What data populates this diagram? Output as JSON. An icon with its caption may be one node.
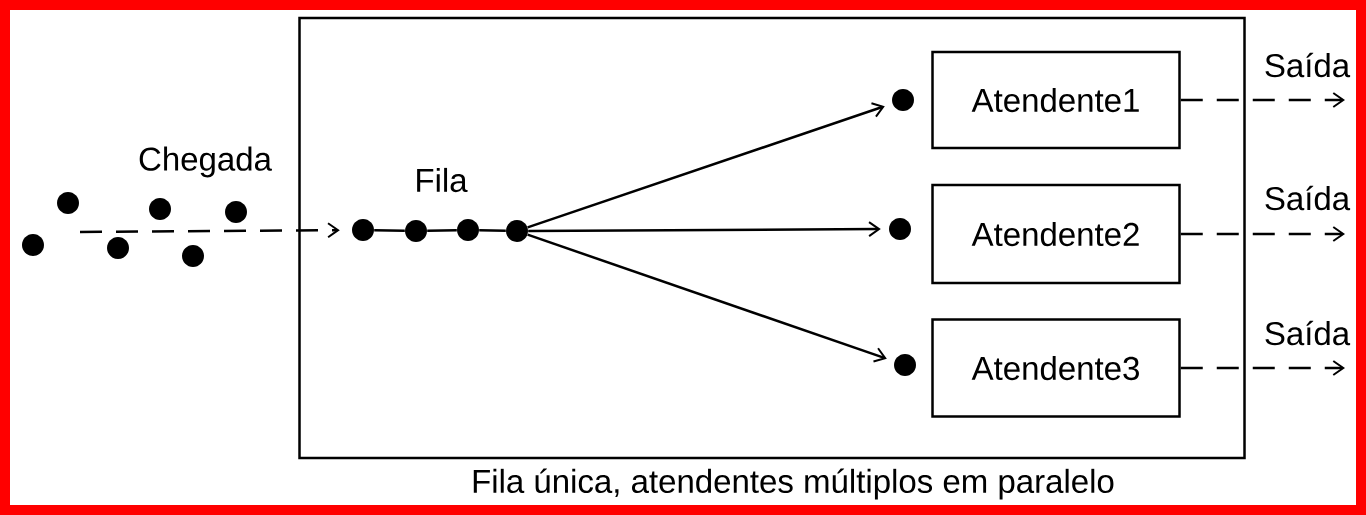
{
  "diagram": {
    "caption": "Fila única, atendentes múltiplos em paralelo",
    "nodes": [
      {
        "text": [],
        "shape": "circle"
      },
      {
        "text": [],
        "shape": "circle"
      },
      {
        "text": [],
        "shape": "circle"
      },
      {
        "text": [],
        "shape": "circle"
      },
      {
        "text": [],
        "shape": "circle"
      },
      {
        "text": [],
        "shape": "circle"
      },
      {
        "text": [],
        "shape": "box"
      },
      {
        "text": [],
        "shape": "circle",
        "in": 6
      },
      {
        "text": [],
        "shape": "circle",
        "in": 6
      },
      {
        "text": [],
        "shape": "circle",
        "in": 6
      },
      {
        "text": [],
        "shape": "circle",
        "in": 6
      },
      {
        "text": [],
        "shape": "circle",
        "in": 6
      },
      {
        "text": [],
        "shape": "circle",
        "in": 6
      },
      {
        "text": [],
        "shape": "circle",
        "in": 6
      },
      {
        "text": [
          "Atendente1"
        ],
        "in": 6
      },
      {
        "text": [
          "Atendente2"
        ],
        "in": 6
      },
      {
        "text": [
          "Atendente3"
        ],
        "in": 6
      }
    ],
    "edges": [
      {
        "from": null,
        "to": 7,
        "arrow": "to",
        "style": "dashed",
        "label": "Chegada"
      },
      {
        "from": 7,
        "to": 8,
        "arrow": "none"
      },
      {
        "from": 8,
        "to": 9,
        "arrow": "none"
      },
      {
        "from": 9,
        "to": 10,
        "arrow": "none"
      },
      {
        "from": 10,
        "to": 11,
        "arrow": "to"
      },
      {
        "from": 10,
        "to": 12,
        "arrow": "to"
      },
      {
        "from": 10,
        "to": 13,
        "arrow": "to"
      },
      {
        "from": 14,
        "to": null,
        "arrow": "to",
        "style": "dashed",
        "label": "Saída"
      },
      {
        "from": 15,
        "to": null,
        "arrow": "to",
        "style": "dashed",
        "label": "Saída"
      },
      {
        "from": 16,
        "to": null,
        "arrow": "to",
        "style": "dashed",
        "label": "Saída"
      }
    ],
    "labels": [
      "Fila"
    ]
  }
}
